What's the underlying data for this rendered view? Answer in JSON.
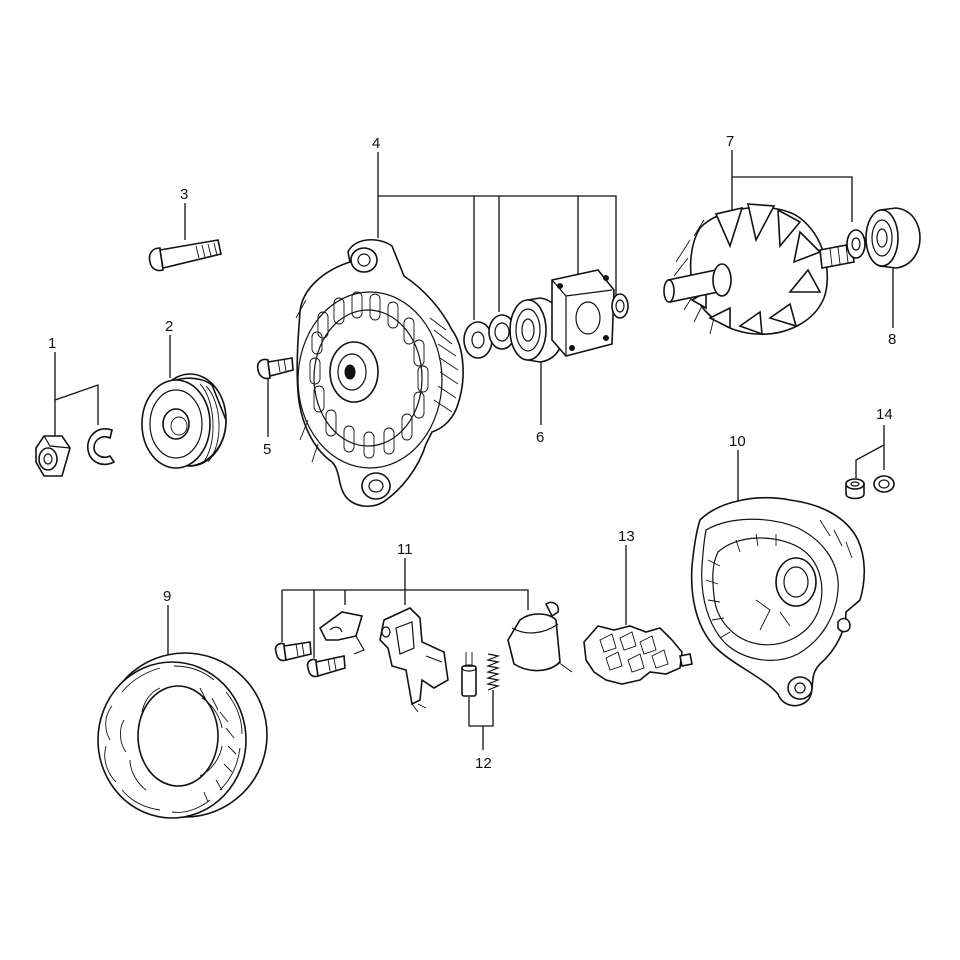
{
  "callouts": [
    "1",
    "2",
    "3",
    "4",
    "5",
    "6",
    "7",
    "8",
    "9",
    "10",
    "11",
    "12",
    "13",
    "14"
  ],
  "parts": [
    {
      "id": "1",
      "icon": "nut-and-clip-icon"
    },
    {
      "id": "2",
      "icon": "pulley-icon"
    },
    {
      "id": "3",
      "icon": "through-bolt-icon"
    },
    {
      "id": "4",
      "icon": "front-housing-icon"
    },
    {
      "id": "5",
      "icon": "screw-icon"
    },
    {
      "id": "6",
      "icon": "front-bearing-icon"
    },
    {
      "id": "7",
      "icon": "rotor-icon"
    },
    {
      "id": "8",
      "icon": "rear-bearing-icon"
    },
    {
      "id": "9",
      "icon": "stator-icon"
    },
    {
      "id": "10",
      "icon": "rear-housing-icon"
    },
    {
      "id": "11",
      "icon": "brush-holder-icon"
    },
    {
      "id": "12",
      "icon": "brush-spring-icon"
    },
    {
      "id": "13",
      "icon": "rectifier-icon"
    },
    {
      "id": "14",
      "icon": "insulator-icon"
    }
  ]
}
